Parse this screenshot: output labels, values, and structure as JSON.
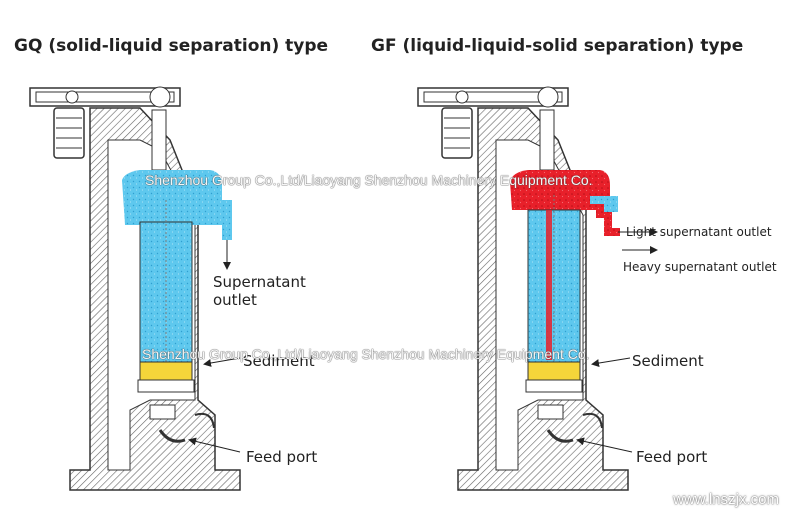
{
  "titles": {
    "left": "GQ (solid-liquid separation) type",
    "right": "GF (liquid-liquid-solid separation) type"
  },
  "labels_left": {
    "outlet_line1": "Supernatant",
    "outlet_line2": "outlet",
    "sediment": "Sediment",
    "feed": "Feed port"
  },
  "labels_right": {
    "light": "Light supernatant outlet",
    "heavy": "Heavy supernatant outlet",
    "sediment": "Sediment",
    "feed": "Feed port"
  },
  "watermark": "Shenzhou Group Co.,Ltd/Liaoyang Shenzhou Machinery Equipment Co.",
  "footer_url": "www.lnszjx.com",
  "colors": {
    "liquid_blue": "#5ec8ee",
    "heavy_red": "#e8202a",
    "sediment_yellow": "#f5d53a",
    "hatch": "#555555"
  }
}
